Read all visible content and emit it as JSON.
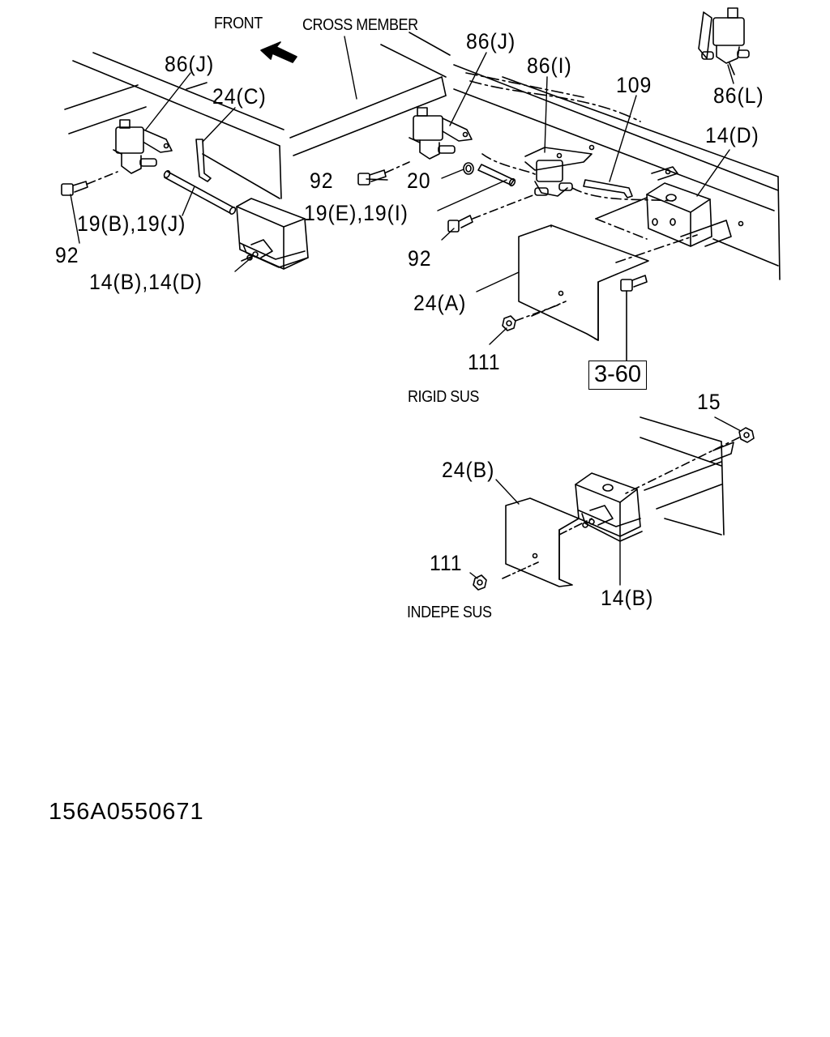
{
  "captions": {
    "front": "FRONT",
    "cross_member": "CROSS MEMBER",
    "rigid_sus": "RIGID SUS",
    "indepe_sus": "INDEPE SUS"
  },
  "callouts": {
    "c86j_left": "86(J)",
    "c24c": "24(C)",
    "c92_left": "92",
    "c19bj": "19(B),19(J)",
    "c14bd": "14(B),14(D)",
    "c86j_mid": "86(J)",
    "c86i": "86(I)",
    "c109": "109",
    "c86l": "86(L)",
    "c14d": "14(D)",
    "c92_mid": "92",
    "c20": "20",
    "c19ei": "19(E),19(I)",
    "c92_low": "92",
    "c24a": "24(A)",
    "c111_top": "111",
    "c15": "15",
    "c24b": "24(B)",
    "c111_bot": "111",
    "c14b": "14(B)"
  },
  "reference_box": "3-60",
  "drawing_code": "156A0550671"
}
